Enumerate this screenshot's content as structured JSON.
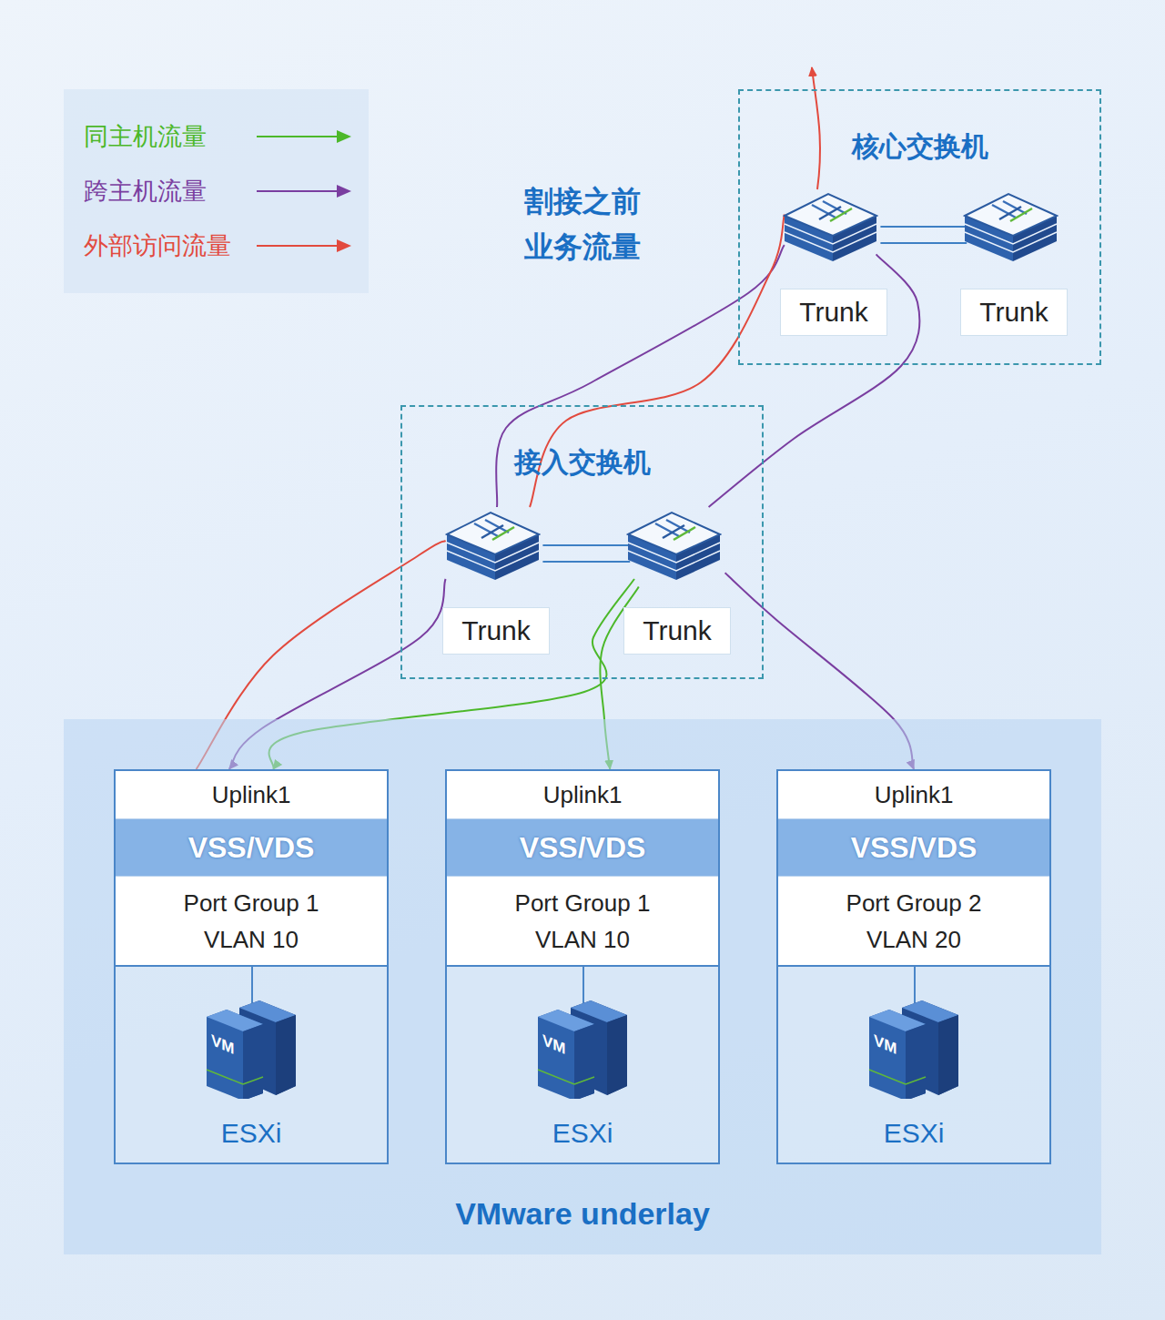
{
  "diagram": {
    "title": "割接之前 业务流量",
    "nodes": [
      {
        "text": [
          "核心交换机"
        ]
      },
      {
        "text": [
          "Trunk"
        ],
        "in": 0
      },
      {
        "text": [
          "Trunk"
        ],
        "in": 0
      },
      {
        "text": [
          "接入交换机"
        ]
      },
      {
        "text": [
          "Trunk"
        ],
        "in": 3
      },
      {
        "text": [
          "Trunk"
        ],
        "in": 3
      },
      {
        "text": [
          "VMware underlay"
        ]
      },
      {
        "text": [
          "Uplink1",
          "VSS/VDS",
          "Port Group 1 VLAN 10",
          "ESXi"
        ],
        "in": 6
      },
      {
        "text": [
          "Uplink1",
          "VSS/VDS",
          "Port Group 1 VLAN 10",
          "ESXi"
        ],
        "in": 6
      },
      {
        "text": [
          "Uplink1",
          "VSS/VDS",
          "Port Group 2 VLAN 20",
          "ESXi"
        ],
        "in": 6
      }
    ],
    "edges": [
      {
        "from": 1,
        "to": 2,
        "arrow": "none"
      },
      {
        "from": 4,
        "to": 5,
        "arrow": "none"
      },
      {
        "from": 5,
        "to": 7,
        "arrow": "to"
      },
      {
        "from": 5,
        "to": 8,
        "arrow": "to"
      },
      {
        "from": 1,
        "to": 4,
        "arrow": "none"
      },
      {
        "from": 4,
        "to": 7,
        "arrow": "to"
      },
      {
        "from": 7,
        "to": 4,
        "arrow": "none"
      },
      {
        "from": 4,
        "to": 1,
        "arrow": "none"
      },
      {
        "from": 1,
        "to": 5,
        "arrow": "none"
      },
      {
        "from": 5,
        "to": 9,
        "arrow": "to"
      }
    ],
    "labels": [
      "VM",
      "VM",
      "VM"
    ],
    "legend": [
      {
        "text": "同主机流量"
      },
      {
        "text": "跨主机流量"
      },
      {
        "text": "外部访问流量"
      }
    ]
  }
}
